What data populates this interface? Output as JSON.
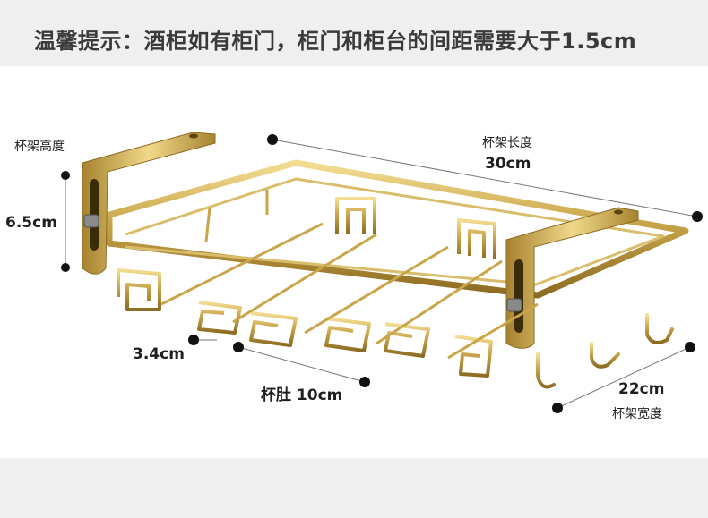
{
  "banner": {
    "notice": "温馨提示：酒柜如有柜门，柜门和柜台的间距需要大于1.5cm"
  },
  "dimensions": {
    "height_label": "杯架高度",
    "height_value": "6.5cm",
    "length_label": "杯架长度",
    "length_value": "30cm",
    "hook_gap_value": "3.4cm",
    "cup_belly_label": "杯肚 10cm",
    "width_value": "22cm",
    "width_label": "杯架宽度"
  },
  "colors": {
    "banner_bg": "#efefef",
    "gold": "#c9a54a",
    "gold_dark": "#8c6b22",
    "gold_light": "#f0d98a",
    "marker": "#111111"
  },
  "product": {
    "illustration": "gold-wine-glass-rack-icon"
  }
}
